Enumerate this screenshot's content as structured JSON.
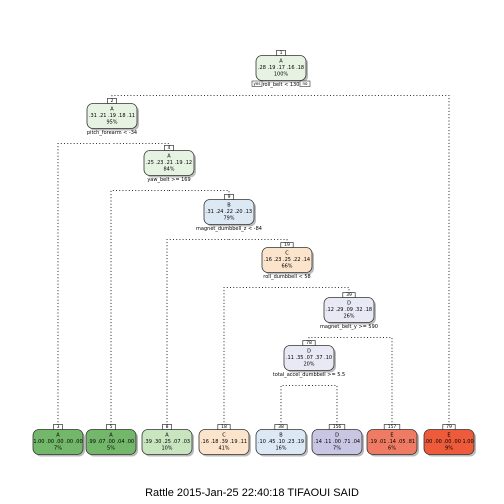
{
  "caption": "Rattle 2015-Jan-25 22:40:18 TIFAOUI SAID",
  "colors": {
    "A": "#e6f3e2",
    "B": "#dde8f5",
    "C": "#fbe3cc",
    "D": "#e9e9f5",
    "E": "#dad9ee",
    "leaf_A_dark": "#73b86a",
    "leaf_A_light": "#c8e5c0",
    "leaf_E_light": "#c9c6e3",
    "leaf_red": "#ef7b64",
    "leaf_red_dark": "#ee5b3b",
    "edge": "#333333",
    "box_border": "#333333"
  },
  "nodes": [
    {
      "id": "1",
      "class_label": "A",
      "probs": ".28 .19 .17 .16 .18",
      "pct": "100%",
      "fill": "A"
    },
    {
      "id": "2",
      "class_label": "A",
      "probs": ".31 .21 .19 .18 .11",
      "pct": "95%",
      "fill": "A"
    },
    {
      "id": "4",
      "class_label": "A",
      "probs": ".25 .23 .21 .19 .12",
      "pct": "84%",
      "fill": "A"
    },
    {
      "id": "9",
      "class_label": "B",
      "probs": ".31 .24 .22 .20 .13",
      "pct": "79%",
      "fill": "B"
    },
    {
      "id": "19",
      "class_label": "C",
      "probs": ".16 .23 .25 .22 .14",
      "pct": "66%",
      "fill": "C"
    },
    {
      "id": "39",
      "class_label": "D",
      "probs": ".12 .29 .09 .32 .18",
      "pct": "26%",
      "fill": "D"
    },
    {
      "id": "78",
      "class_label": "D",
      "probs": ".11 .35 .07 .37 .10",
      "pct": "20%",
      "fill": "D"
    },
    {
      "id": "3",
      "class_label": "A",
      "probs": "1.00 .00 .00 .00 .00",
      "pct": "7%",
      "fill": "leaf_A_dark"
    },
    {
      "id": "5",
      "class_label": "A",
      "probs": ".99 .07 .00 .04 .00",
      "pct": "5%",
      "fill": "leaf_A_dark"
    },
    {
      "id": "8",
      "class_label": "A",
      "probs": ".39 .30 .25 .07 .03",
      "pct": "10%",
      "fill": "leaf_A_light"
    },
    {
      "id": "18",
      "class_label": "C",
      "probs": ".16 .18 .39 .19 .11",
      "pct": "41%",
      "fill": "C"
    },
    {
      "id": "38",
      "class_label": "B",
      "probs": ".10 .45 .10 .23 .19",
      "pct": "16%",
      "fill": "B"
    },
    {
      "id": "156",
      "class_label": "D",
      "probs": ".14 .11 .00 .71 .04",
      "pct": "7%",
      "fill": "leaf_E_light"
    },
    {
      "id": "157",
      "class_label": "E",
      "probs": ".19 .01 .14 .05 .81",
      "pct": "6%",
      "fill": "leaf_red"
    },
    {
      "id": "79",
      "class_label": "E",
      "probs": ".00 .00 .00 .00 1.00",
      "pct": "9%",
      "fill": "leaf_red_dark"
    }
  ],
  "splits": [
    {
      "node": "1",
      "label": "roll_belt < 130"
    },
    {
      "node": "2",
      "label": "pitch_forearm < -34"
    },
    {
      "node": "4",
      "label": "yaw_belt >= 169"
    },
    {
      "node": "9",
      "label": "magnet_dumbbell_z < -84"
    },
    {
      "node": "19",
      "label": "roll_dumbbell < 58"
    },
    {
      "node": "39",
      "label": "magnet_belt_y >= 590"
    },
    {
      "node": "78",
      "label": "total_accel_dumbbell >= 5.5"
    }
  ],
  "edges": [
    [
      "1",
      "2"
    ],
    [
      "1",
      "79"
    ],
    [
      "2",
      "3"
    ],
    [
      "2",
      "4"
    ],
    [
      "4",
      "5"
    ],
    [
      "4",
      "9"
    ],
    [
      "9",
      "8"
    ],
    [
      "9",
      "19"
    ],
    [
      "19",
      "18"
    ],
    [
      "19",
      "39"
    ],
    [
      "39",
      "78"
    ],
    [
      "39",
      "157"
    ],
    [
      "78",
      "38"
    ],
    [
      "78",
      "156"
    ]
  ],
  "branch_labels": {
    "yes": "yes",
    "no": "no"
  }
}
